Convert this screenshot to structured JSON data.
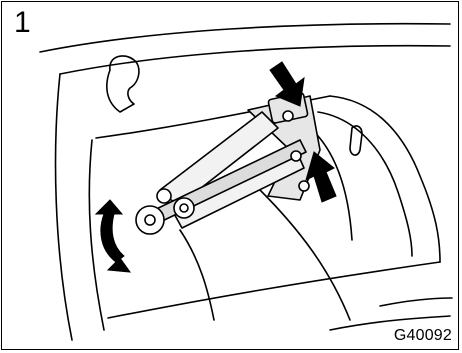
{
  "figure": {
    "step_number": "1",
    "figure_code": "G40092",
    "icons": [
      "jack-illustration",
      "rotate-arrow-icon",
      "press-arrow-down-icon",
      "press-arrow-up-icon"
    ],
    "colors": {
      "line": "#000000",
      "background": "#ffffff",
      "shade": "#d9d9d9"
    }
  }
}
